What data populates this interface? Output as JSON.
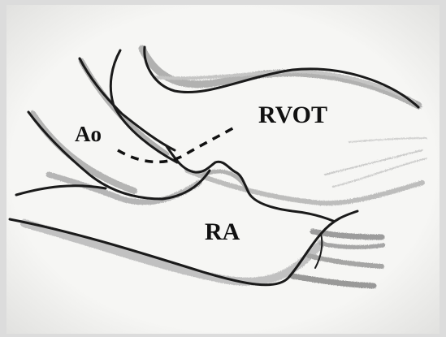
{
  "labels": {
    "ao": "Ao",
    "rvot": "RVOT",
    "ra": "RA"
  },
  "colors": {
    "paper": "#f4f4f2",
    "ink": "#1a1a1a",
    "pencil_shade": "#8a8a8a"
  }
}
